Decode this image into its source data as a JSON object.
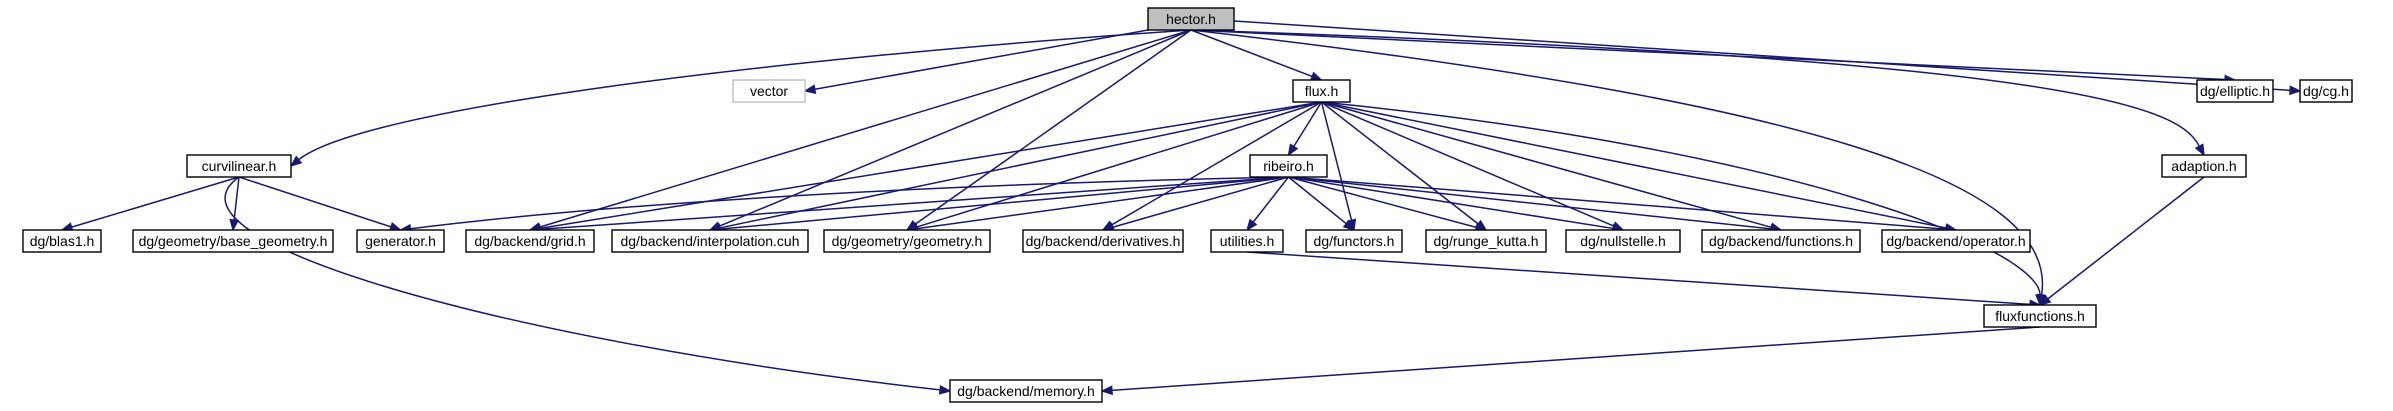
{
  "colors": {
    "edge": "#191970",
    "node_border": "#000000",
    "node_fill": "#ffffff",
    "focus_fill": "#bfbfbf",
    "external_border": "#bfbfbf",
    "external_text": "#000000"
  },
  "nodes": [
    {
      "id": "hector",
      "label": "hector.h",
      "kind": "focus"
    },
    {
      "id": "vector",
      "label": "vector",
      "kind": "external"
    },
    {
      "id": "flux",
      "label": "flux.h",
      "kind": "normal"
    },
    {
      "id": "elliptic",
      "label": "dg/elliptic.h",
      "kind": "normal"
    },
    {
      "id": "cg",
      "label": "dg/cg.h",
      "kind": "normal"
    },
    {
      "id": "curvilinear",
      "label": "curvilinear.h",
      "kind": "normal"
    },
    {
      "id": "ribeiro",
      "label": "ribeiro.h",
      "kind": "normal"
    },
    {
      "id": "adaption",
      "label": "adaption.h",
      "kind": "normal"
    },
    {
      "id": "blas1",
      "label": "dg/blas1.h",
      "kind": "normal"
    },
    {
      "id": "base_geometry",
      "label": "dg/geometry/base_geometry.h",
      "kind": "normal"
    },
    {
      "id": "generator",
      "label": "generator.h",
      "kind": "normal"
    },
    {
      "id": "grid",
      "label": "dg/backend/grid.h",
      "kind": "normal"
    },
    {
      "id": "interpolation",
      "label": "dg/backend/interpolation.cuh",
      "kind": "normal"
    },
    {
      "id": "geometry",
      "label": "dg/geometry/geometry.h",
      "kind": "normal"
    },
    {
      "id": "derivatives",
      "label": "dg/backend/derivatives.h",
      "kind": "normal"
    },
    {
      "id": "utilities",
      "label": "utilities.h",
      "kind": "normal"
    },
    {
      "id": "functors",
      "label": "dg/functors.h",
      "kind": "normal"
    },
    {
      "id": "runge_kutta",
      "label": "dg/runge_kutta.h",
      "kind": "normal"
    },
    {
      "id": "nullstelle",
      "label": "dg/nullstelle.h",
      "kind": "normal"
    },
    {
      "id": "functions",
      "label": "dg/backend/functions.h",
      "kind": "normal"
    },
    {
      "id": "operator",
      "label": "dg/backend/operator.h",
      "kind": "normal"
    },
    {
      "id": "fluxfunctions",
      "label": "fluxfunctions.h",
      "kind": "normal"
    },
    {
      "id": "memory",
      "label": "dg/backend/memory.h",
      "kind": "normal"
    }
  ],
  "edges": [
    [
      "hector",
      "vector"
    ],
    [
      "hector",
      "curvilinear"
    ],
    [
      "hector",
      "grid"
    ],
    [
      "hector",
      "interpolation"
    ],
    [
      "hector",
      "geometry"
    ],
    [
      "hector",
      "flux"
    ],
    [
      "hector",
      "fluxfunctions"
    ],
    [
      "hector",
      "elliptic"
    ],
    [
      "hector",
      "cg"
    ],
    [
      "hector",
      "adaption"
    ],
    [
      "curvilinear",
      "blas1"
    ],
    [
      "curvilinear",
      "base_geometry"
    ],
    [
      "curvilinear",
      "generator"
    ],
    [
      "curvilinear",
      "memory"
    ],
    [
      "flux",
      "ribeiro"
    ],
    [
      "flux",
      "grid"
    ],
    [
      "flux",
      "interpolation"
    ],
    [
      "flux",
      "geometry"
    ],
    [
      "flux",
      "derivatives"
    ],
    [
      "flux",
      "functors"
    ],
    [
      "flux",
      "runge_kutta"
    ],
    [
      "flux",
      "nullstelle"
    ],
    [
      "flux",
      "functions"
    ],
    [
      "flux",
      "operator"
    ],
    [
      "flux",
      "fluxfunctions"
    ],
    [
      "ribeiro",
      "generator"
    ],
    [
      "ribeiro",
      "grid"
    ],
    [
      "ribeiro",
      "interpolation"
    ],
    [
      "ribeiro",
      "geometry"
    ],
    [
      "ribeiro",
      "derivatives"
    ],
    [
      "ribeiro",
      "utilities"
    ],
    [
      "ribeiro",
      "functors"
    ],
    [
      "ribeiro",
      "runge_kutta"
    ],
    [
      "ribeiro",
      "nullstelle"
    ],
    [
      "ribeiro",
      "functions"
    ],
    [
      "ribeiro",
      "operator"
    ],
    [
      "utilities",
      "fluxfunctions"
    ],
    [
      "adaption",
      "fluxfunctions"
    ],
    [
      "fluxfunctions",
      "memory"
    ]
  ]
}
